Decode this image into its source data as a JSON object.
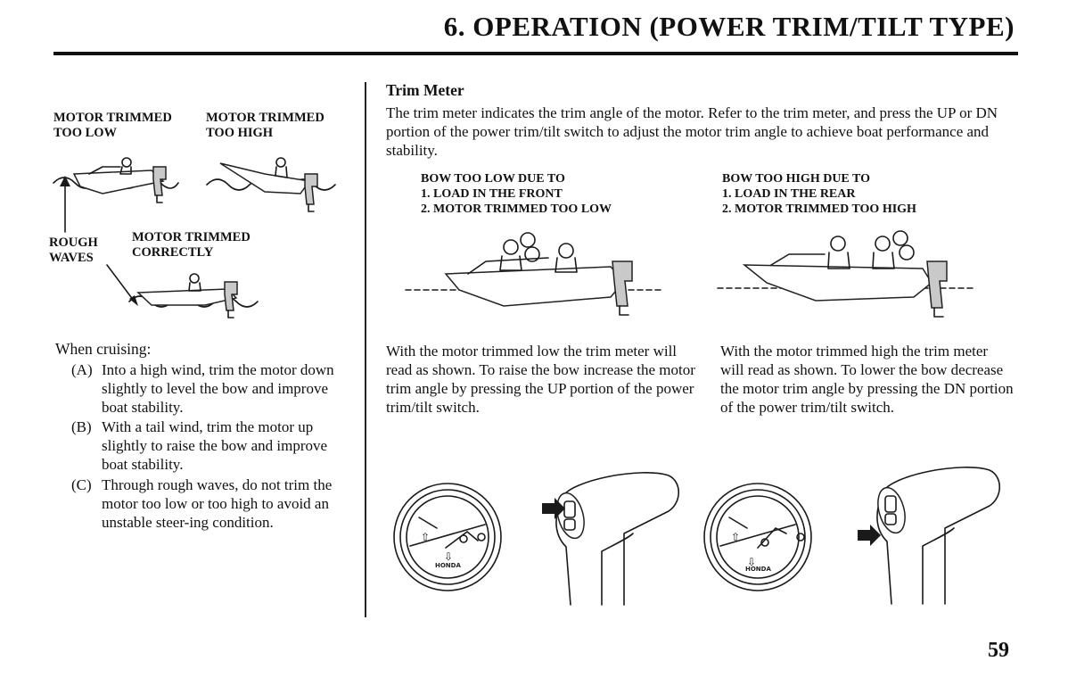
{
  "header": {
    "title": "6. OPERATION (POWER TRIM/TILT TYPE)"
  },
  "left_figure": {
    "trimmed_low_label": "MOTOR TRIMMED\nTOO LOW",
    "trimmed_high_label": "MOTOR TRIMMED\nTOO HIGH",
    "rough_waves_label": "ROUGH\nWAVES",
    "trimmed_correct_label": "MOTOR TRIMMED\nCORRECTLY"
  },
  "cruising": {
    "intro": "When cruising:",
    "items": [
      {
        "key": "(A)",
        "text": "Into a high wind, trim the motor down slightly to level the bow and improve boat stability."
      },
      {
        "key": "(B)",
        "text": "With a tail wind, trim the motor up slightly to raise the bow and improve boat stability."
      },
      {
        "key": "(C)",
        "text": "Through rough waves, do not trim the motor too low or too high to avoid an unstable steer-ing condition."
      }
    ]
  },
  "trim_meter": {
    "heading": "Trim Meter",
    "intro": "The trim meter indicates the trim angle of the motor. Refer to the trim meter, and press the UP or DN portion of the power trim/tilt switch to adjust the motor trim angle to achieve boat performance and stability.",
    "bow_low": {
      "heading": "BOW TOO LOW DUE TO\n1. LOAD IN THE FRONT\n2. MOTOR TRIMMED TOO LOW",
      "description": "With the motor trimmed low the trim meter will read as shown. To raise the bow increase the motor trim angle by pressing the UP portion of the power trim/tilt switch."
    },
    "bow_high": {
      "heading": "BOW TOO HIGH DUE TO\n1. LOAD IN THE REAR\n2. MOTOR TRIMMED TOO HIGH",
      "description": "With the motor trimmed high the trim meter will read as shown. To lower the bow decrease the motor trim angle by pressing the DN portion of the power trim/tilt switch."
    },
    "gauge_brand": "HONDA",
    "gauge_up_marker": "⇧",
    "gauge_dn_marker": "⇩"
  },
  "footer": {
    "page_number": "59"
  },
  "icons": [
    "boat-trimmed-low-illustration",
    "boat-trimmed-high-illustration",
    "boat-trimmed-correct-illustration",
    "trim-meter-gauge",
    "trim-switch-handle",
    "arrow-icon"
  ]
}
